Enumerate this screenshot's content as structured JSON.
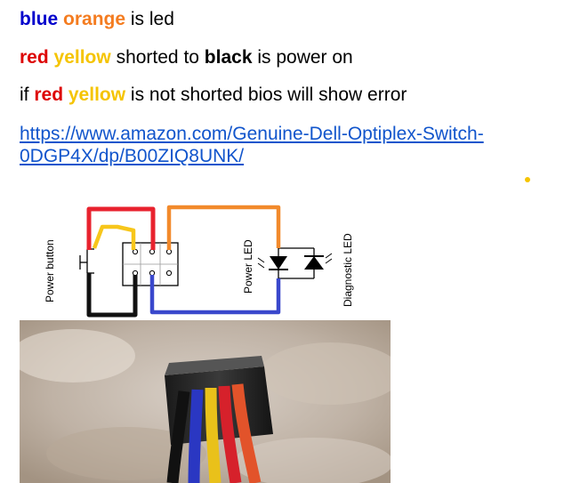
{
  "text": {
    "line1": {
      "w1": "blue",
      "w2": "orange",
      "rest": " is led"
    },
    "line2": {
      "w1": "red",
      "w2": "yellow",
      "mid": " shorted to ",
      "w3": "black",
      "rest": " is power on"
    },
    "line3": {
      "pre": "if ",
      "w1": "red",
      "w2": "yellow",
      "rest": " is not shorted bios will show error"
    },
    "link": "https://www.amazon.com/Genuine-Dell-Optiplex-Switch-0DGP4X/dp/B00ZIQ8UNK/"
  },
  "diagram": {
    "power_button_label": "Power button",
    "power_led_label": "Power LED",
    "diagnostic_led_label": "Diagnostic LED"
  },
  "colors": {
    "blue": "#0000cc",
    "orange": "#f47c20",
    "red": "#dd0000",
    "yellow": "#f5c400",
    "black": "#000000",
    "link": "#1155cc",
    "wire_red": "#e8222e",
    "wire_yellow": "#f7c61b",
    "wire_orange": "#f28a2c",
    "wire_blue": "#3a48cc",
    "wire_black": "#111111"
  }
}
